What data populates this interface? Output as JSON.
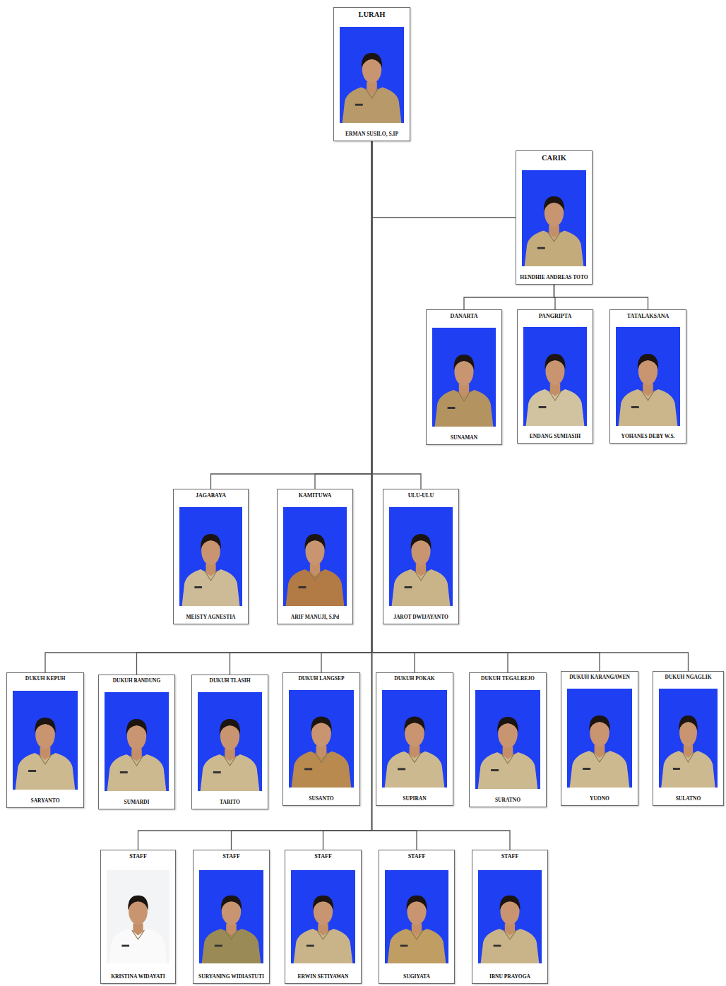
{
  "diagram": {
    "nodes": [
      {
        "text": [
          "LURAH",
          "ERMAN SUSILO, S.IP"
        ]
      },
      {
        "text": [
          "CARIK",
          "HENDHIE ANDREAS TOTO"
        ]
      },
      {
        "text": [
          "DANARTA",
          "SUNAMAN"
        ]
      },
      {
        "text": [
          "PANGRIPTA",
          "ENDANG SUMIASIH"
        ]
      },
      {
        "text": [
          "TATALAKSANA",
          "YOHANES DEBY W.S."
        ]
      },
      {
        "text": [
          "JAGABAYA",
          "MEISTY AGNESTIA"
        ]
      },
      {
        "text": [
          "KAMITUWA",
          "ARIF MANUJI, S.Pd"
        ]
      },
      {
        "text": [
          "ULU-ULU",
          "JAROT DWIJAYANTO"
        ]
      },
      {
        "text": [
          "DUKUH KEPUH",
          "SARYANTO"
        ]
      },
      {
        "text": [
          "DUKUH BANDUNG",
          "SUMARDI"
        ]
      },
      {
        "text": [
          "DUKUH TLASIH",
          "TARITO"
        ]
      },
      {
        "text": [
          "DUKUH LANGSEP",
          "SUSANTO"
        ]
      },
      {
        "text": [
          "DUKUH POKAK",
          "SUPIRAN"
        ]
      },
      {
        "text": [
          "DUKUH TEGALREJO",
          "SURATNO"
        ]
      },
      {
        "text": [
          "DUKUH KARANGAWEN",
          "YUONO"
        ]
      },
      {
        "text": [
          "DUKUH NGAGLIK",
          "SULATNO"
        ]
      },
      {
        "text": [
          "STAFF",
          "KRISTINA WIDAYATI"
        ]
      },
      {
        "text": [
          "STAFF",
          "SURYANING WIDIASTUTI"
        ]
      },
      {
        "text": [
          "STAFF",
          "ERWIN SETIYAWAN"
        ]
      },
      {
        "text": [
          "STAFF",
          "SUGIYATA"
        ]
      },
      {
        "text": [
          "STAFF",
          "IBNU PRAYOGA"
        ]
      }
    ],
    "edges": [
      {
        "from": 0,
        "to": 1,
        "arrow": "none"
      },
      {
        "from": 1,
        "to": 2,
        "arrow": "none"
      },
      {
        "from": 1,
        "to": 3,
        "arrow": "none"
      },
      {
        "from": 1,
        "to": 4,
        "arrow": "none"
      },
      {
        "from": 0,
        "to": 5,
        "arrow": "none"
      },
      {
        "from": 0,
        "to": 6,
        "arrow": "none"
      },
      {
        "from": 0,
        "to": 7,
        "arrow": "none"
      },
      {
        "from": 0,
        "to": 8,
        "arrow": "none"
      },
      {
        "from": 0,
        "to": 9,
        "arrow": "none"
      },
      {
        "from": 0,
        "to": 10,
        "arrow": "none"
      },
      {
        "from": 0,
        "to": 11,
        "arrow": "none"
      },
      {
        "from": 0,
        "to": 12,
        "arrow": "none"
      },
      {
        "from": 0,
        "to": 13,
        "arrow": "none"
      },
      {
        "from": 0,
        "to": 14,
        "arrow": "none"
      },
      {
        "from": 0,
        "to": 15,
        "arrow": "none"
      },
      {
        "from": 0,
        "to": 16,
        "arrow": "none"
      },
      {
        "from": 0,
        "to": 17,
        "arrow": "none"
      },
      {
        "from": 0,
        "to": 18,
        "arrow": "none"
      },
      {
        "from": 0,
        "to": 19,
        "arrow": "none"
      },
      {
        "from": 0,
        "to": 20,
        "arrow": "none"
      }
    ]
  }
}
